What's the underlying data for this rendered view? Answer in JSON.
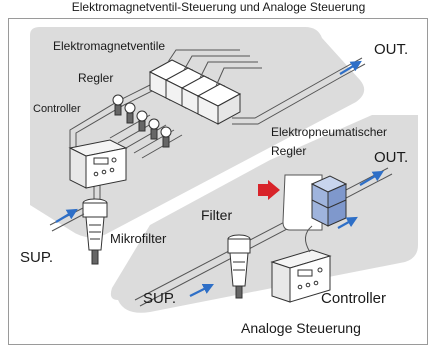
{
  "diagram": {
    "top_caption": "Elektromagnetventil-Steuerung und Analoge Steuerung",
    "labels": {
      "solenoid_valves": "Elektromagnetventile",
      "regulators": "Regler",
      "controller_top": "Controller",
      "out_top": "OUT.",
      "ep_regulator_line1": "Elektropneumatischer",
      "ep_regulator_line2": "Regler",
      "out_bottom": "OUT.",
      "filter": "Filter",
      "mist_filter": "Mikrofilter",
      "sup_left": "SUP.",
      "sup_bottom": "SUP.",
      "controller_bottom": "Controller",
      "caption_bottom": "Analoge Steuerung"
    },
    "colors": {
      "panel_gray": "#dcdcdc",
      "flow_arrow": "#2e6fc7",
      "input_arrow": "#d8242a",
      "ep_block": "#9fb4dd"
    },
    "icons": [
      "flow-arrow-icon",
      "input-signal-arrow-icon",
      "solenoid-valve-icon",
      "regulator-gauge-icon",
      "controller-box-icon",
      "filter-icon",
      "ep-regulator-icon"
    ]
  }
}
